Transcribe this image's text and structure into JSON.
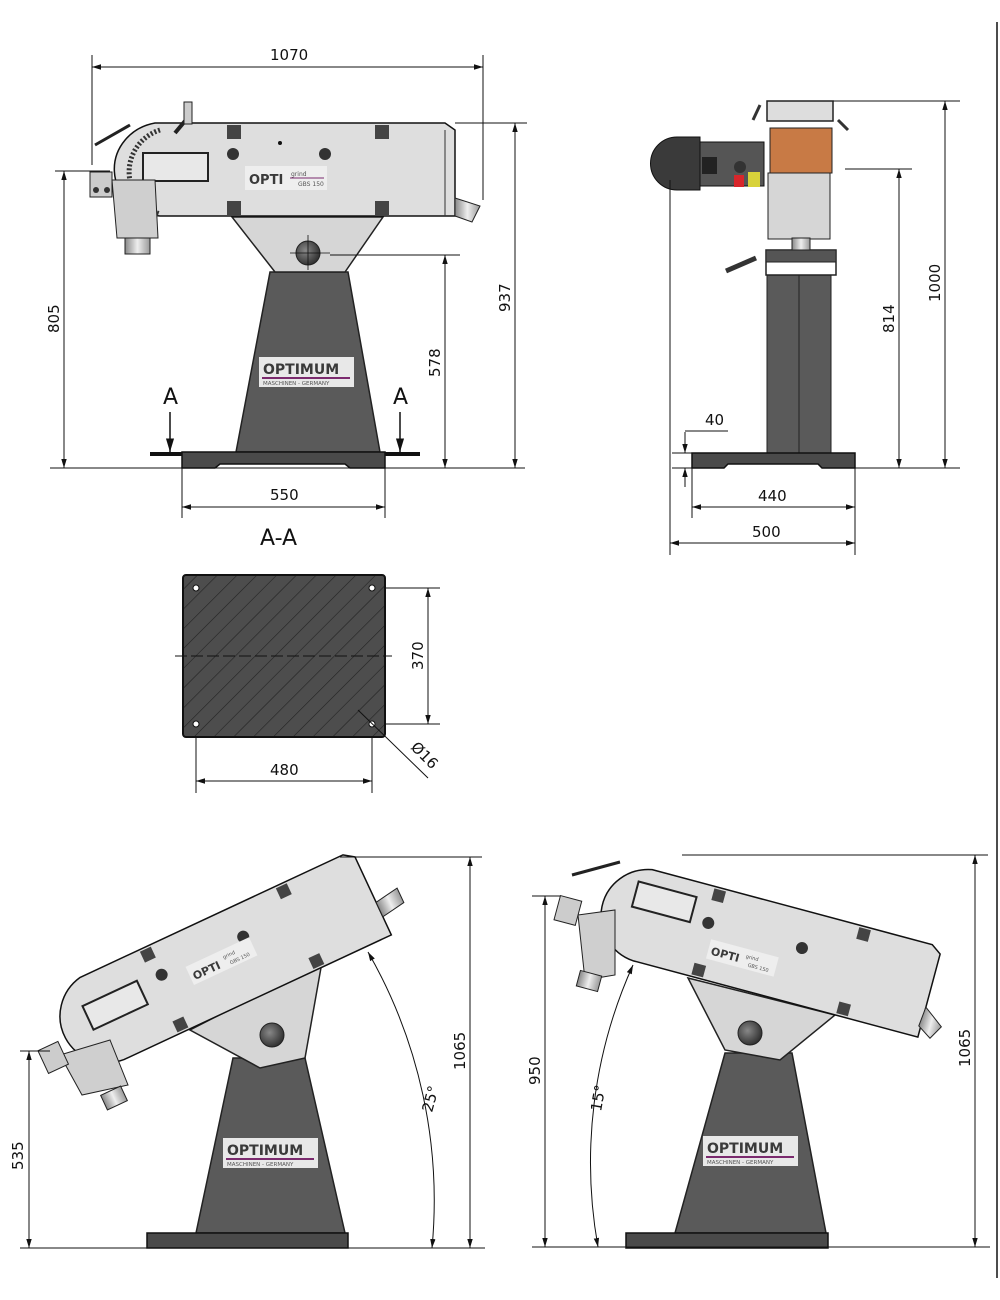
{
  "drawing": {
    "product_brand": "OPTIMUM",
    "brand_tagline": "MASCHINEN - GERMANY",
    "model_prefix": "OPTI",
    "model_series": "grind",
    "model_name": "GBS 150",
    "colors": {
      "housing": "#d9d9d9",
      "stand": "#5a5a5a",
      "base": "#4a4a4a",
      "brand_accent": "#7b2a6e",
      "belt": "#c87a45",
      "switch_red": "#d8262b",
      "switch_yellow": "#d8d23a"
    }
  },
  "front_view": {
    "overall_width": "1070",
    "height_to_axis": "805",
    "overall_height": "937",
    "height_to_pivot": "578",
    "base_width": "550",
    "section_marker_left": "A",
    "section_marker_right": "A"
  },
  "side_view": {
    "overall_height": "1000",
    "height_to_belt_axis": "814",
    "base_thickness": "40",
    "base_depth": "440",
    "overall_depth": "500"
  },
  "section_view": {
    "title": "A-A",
    "hole_spacing_depth": "370",
    "hole_spacing_width": "480",
    "hole_diameter": "Ø16"
  },
  "tilt_view_25": {
    "overall_height": "1065",
    "height_low_end": "535",
    "angle": "25°"
  },
  "tilt_view_15": {
    "overall_height": "1065",
    "height_low_end": "950",
    "angle": "15°"
  }
}
